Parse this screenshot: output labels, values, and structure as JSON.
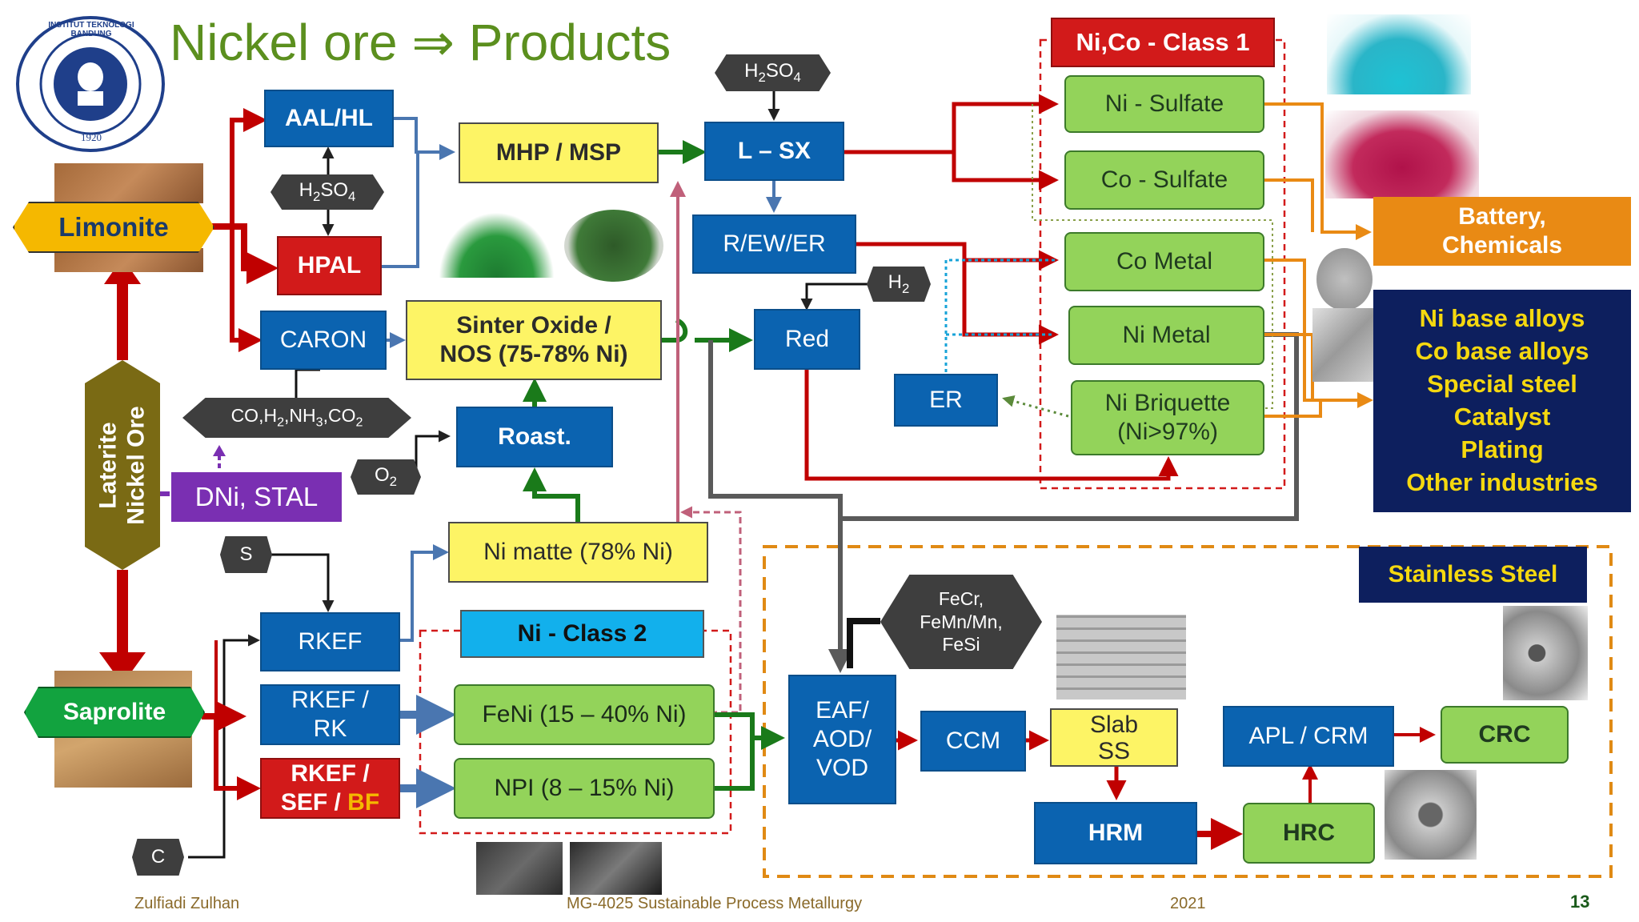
{
  "title": "Nickel ore ⇒ Products",
  "logo": {
    "text": "INSTITUT TEKNOLOGI BANDUNG",
    "year": "1920"
  },
  "nodes": {
    "limonite": "Limonite",
    "laterite_line1": "Laterite",
    "laterite_line2": "Nickel Ore",
    "saprolite": "Saprolite",
    "dni_stal": "DNi, STAL",
    "aal_hl": "AAL/HL",
    "hpal": "HPAL",
    "h2so4_left": "H",
    "caron": "CARON",
    "gases": "CO,H",
    "mhp_msp": "MHP / MSP",
    "sinter_line1": "Sinter Oxide /",
    "sinter_line2": "NOS (75-78% Ni)",
    "roast": "Roast.",
    "o2": "O",
    "l_sx": "L – SX",
    "h2so4_top": "H",
    "r_ew_er": "R/EW/ER",
    "red": "Red",
    "h2": "H",
    "er": "ER",
    "s": "S",
    "c": "C",
    "ni_matte": "Ni matte (78% Ni)",
    "rkef": "RKEF",
    "rkef_rk_line1": "RKEF /",
    "rkef_rk_line2": "RK",
    "rkef_sef_line1": "RKEF /",
    "rkef_sef_line2a": "SEF / ",
    "rkef_sef_line2b": "BF",
    "ni_class2": "Ni - Class 2",
    "feni": "FeNi (15 – 40% Ni)",
    "npi": "NPI (8 – 15% Ni)",
    "eaf_line1": "EAF/",
    "eaf_line2": "AOD/",
    "eaf_line3": "VOD",
    "ferro_line1": "FeCr,",
    "ferro_line2": "FeMn/Mn,",
    "ferro_line3": "FeSi",
    "ccm": "CCM",
    "slab_line1": "Slab",
    "slab_line2": "SS",
    "hrm": "HRM",
    "hrc": "HRC",
    "apl_crm": "APL / CRM",
    "crc": "CRC",
    "stainless": "Stainless Steel",
    "class1": "Ni,Co - Class 1",
    "ni_sulfate": "Ni - Sulfate",
    "co_sulfate": "Co - Sulfate",
    "co_metal": "Co Metal",
    "ni_metal": "Ni Metal",
    "briquette_line1": "Ni Briquette",
    "briquette_line2": "(Ni>97%)",
    "battery_line1": "Battery,",
    "battery_line2": "Chemicals",
    "uses": [
      "Ni base alloys",
      "Co base alloys",
      "Special steel",
      "Catalyst",
      "Plating",
      "Other industries"
    ]
  },
  "footer": {
    "author": "Zulfiadi Zulhan",
    "course": "MG-4025 Sustainable Process Metallurgy",
    "year": "2021",
    "page": "13"
  },
  "colors": {
    "title": "#5b8f1e",
    "blue": "#0b63b0",
    "yellow": "#fdf465",
    "green": "#93d35a",
    "red": "#d21a1a",
    "navy": "#0d1f5e",
    "orange": "#e98a14",
    "arrow_red": "#c00000",
    "arrow_blue": "#4a76b0",
    "arrow_green": "#1a7a1a",
    "arrow_gray": "#5a5a5a",
    "arrow_pink": "#c0607a"
  }
}
